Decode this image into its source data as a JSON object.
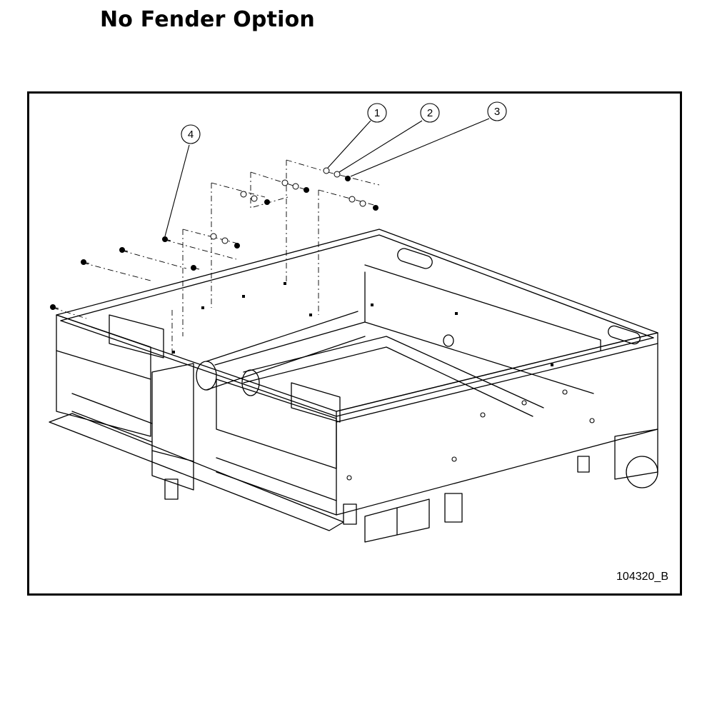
{
  "page": {
    "title": "No Fender Option",
    "drawing_number": "104320_B"
  },
  "callouts": [
    {
      "label": "1"
    },
    {
      "label": "2"
    },
    {
      "label": "3"
    },
    {
      "label": "4"
    }
  ],
  "colors": {
    "line": "#000000",
    "background": "#ffffff"
  }
}
